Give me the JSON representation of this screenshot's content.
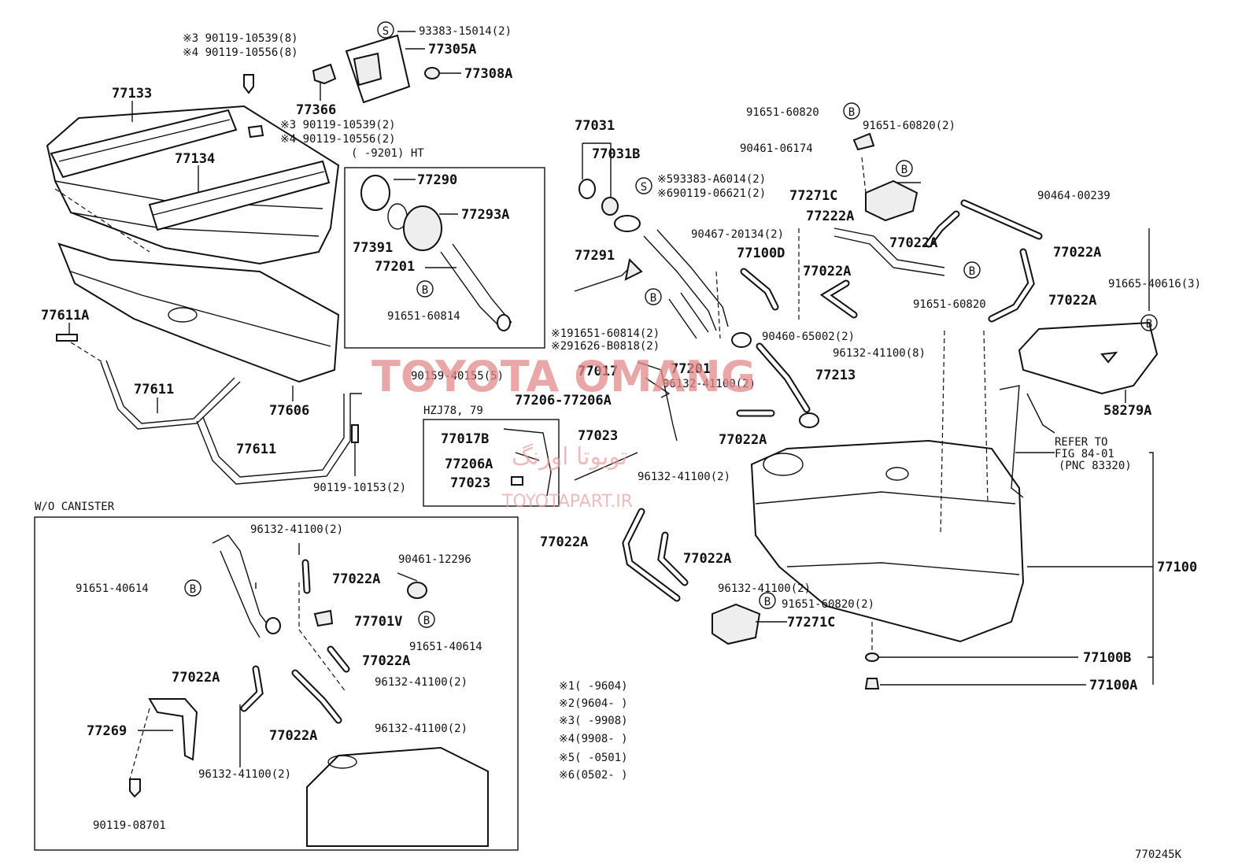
{
  "top_left": {
    "n1a": "※3 90119-10539(8)",
    "n1b": "※4 90119-10556(8)",
    "p93383": "93383-15014(2)",
    "p77305A": "77305A",
    "p77308A": "77308A",
    "p77366": "77366",
    "p77133": "77133",
    "n2a": "※3 90119-10539(2)",
    "n2b": "※4 90119-10556(2)",
    "p77134": "77134",
    "p77611A": "77611A",
    "p77611a": "77611",
    "p77606": "77606",
    "p77611b": "77611",
    "p90119_10153": "90119-10153(2)"
  },
  "inset_ht": {
    "title": "(      -9201) HT",
    "p77290": "77290",
    "p77293A": "77293A",
    "p77391": "77391",
    "p77201": "77201",
    "p91651": "91651-60814"
  },
  "middle": {
    "p77031": "77031",
    "p77031B": "77031B",
    "n5": "※593383-A6014(2)",
    "n6": "※690119-06621(2)",
    "p77291": "77291",
    "n1": "※191651-60814(2)",
    "n2": "※291626-B0818(2)",
    "p77201": "77201",
    "p90159": "90159-40155(5)",
    "p77017": "77017",
    "p96132a": "96132-41100(2)",
    "p77206": "77206-77206A",
    "p77023": "77023",
    "p77022A_m": "77022A",
    "p96132b": "96132-41100(2)",
    "p77022A_l": "77022A",
    "p77022A_l2": "77022A",
    "p96132c": "96132-41100(2)",
    "p91651_b": "91651-60820(2)",
    "p77271C_b": "77271C",
    "p77213": "77213"
  },
  "inset_hzj": {
    "title": "HZJ78, 79",
    "p77017B": "77017B",
    "p77206A": "77206A",
    "p77023": "77023"
  },
  "right": {
    "p91651_60820": "91651-60820",
    "p91651_60820_2": "91651-60820(2)",
    "p90461_06174": "90461-06174",
    "p77271C": "77271C",
    "p77222A": "77222A",
    "p77022A_1": "77022A",
    "p90464": "90464-00239",
    "p77022A_2": "77022A",
    "p90467": "90467-20134(2)",
    "p77100D": "77100D",
    "p77022A_3": "77022A",
    "p91651_60820_b": "91651-60820",
    "p77022A_4": "77022A",
    "p91665": "91665-40616(3)",
    "p90460": "90460-65002(2)",
    "p96132_8": "96132-41100(8)",
    "p58279A": "58279A",
    "refer1": "REFER TO",
    "refer2": "FIG 84-01",
    "refer3": "(PNC 83320)",
    "p77100": "77100",
    "p77100B": "77100B",
    "p77100A": "77100A"
  },
  "canister": {
    "title": "W/O CANISTER",
    "p96132_a": "96132-41100(2)",
    "p90461": "90461-12296",
    "p91651_40614": "91651-40614",
    "p77022A_a": "77022A",
    "p77701V": "77701V",
    "p91651_40614_b": "91651-40614",
    "p77022A_b": "77022A",
    "p77022A_c": "77022A",
    "p96132_b": "96132-41100(2)",
    "p77269": "77269",
    "p77022A_d": "77022A",
    "p96132_c": "96132-41100(2)",
    "p96132_d": "96132-41100(2)",
    "p90119_08701": "90119-08701"
  },
  "footnotes": [
    "※1(      -9604)",
    "※2(9604-      )",
    "※3(      -9908)",
    "※4(9908-      )",
    "※5(      -0501)",
    "※6(0502-      )"
  ],
  "badge_letters": {
    "S": "S",
    "B": "B"
  },
  "watermark": {
    "brand": "TOYOTA OMANG",
    "arabic": "تویوتا اورنگ",
    "site": "TOYOTAPART.IR"
  },
  "figure_code": "770245K"
}
